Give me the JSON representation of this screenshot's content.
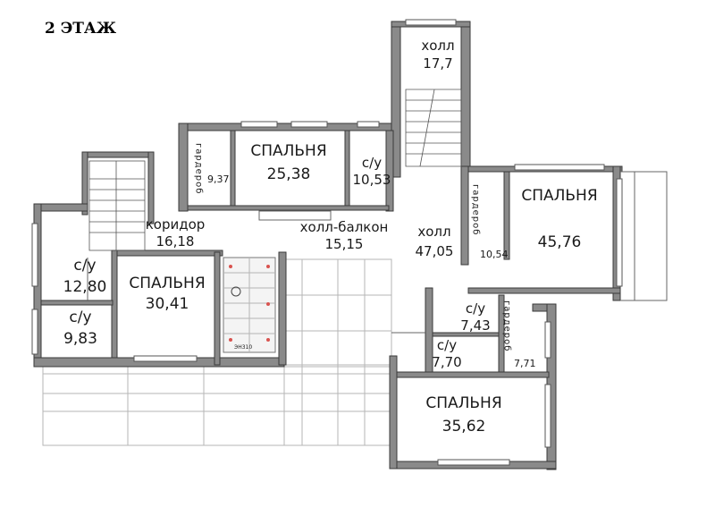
{
  "floor_title": "2 ЭТАЖ",
  "rooms": {
    "hall_top": {
      "name": "холл",
      "area": "17,7"
    },
    "bedroom_1": {
      "name": "СПАЛЬНЯ",
      "area": "25,38"
    },
    "wc_1": {
      "name": "с/у",
      "area": "10,53"
    },
    "wardrobe_1": {
      "name": "гардероб",
      "area": "9,37"
    },
    "wardrobe_2": {
      "name": "гардероб",
      "area": "10,54"
    },
    "bedroom_2": {
      "name": "СПАЛЬНЯ",
      "area": "45,76"
    },
    "corridor": {
      "name": "коридор",
      "area": "16,18"
    },
    "hall_balcony": {
      "name": "холл-балкон",
      "area": "15,15"
    },
    "hall_main": {
      "name": "холл",
      "area": "47,05"
    },
    "wc_2": {
      "name": "с/у",
      "area": "12,80"
    },
    "wc_3": {
      "name": "с/у",
      "area": "9,83"
    },
    "bedroom_3": {
      "name": "СПАЛЬНЯ",
      "area": "30,41"
    },
    "wc_4": {
      "name": "с/у",
      "area": "7,43"
    },
    "wc_5": {
      "name": "с/у",
      "area": "7,70"
    },
    "wardrobe_3": {
      "name": "гардероб",
      "area": "7,71"
    },
    "bedroom_4": {
      "name": "СПАЛЬНЯ",
      "area": "35,62"
    }
  },
  "equipment_label": "ЭН310",
  "colors": {
    "wall": "#8a8a8a",
    "line": "#3a3a3a",
    "grid": "#b5b5b5",
    "tile_accent": "#d9534f"
  }
}
